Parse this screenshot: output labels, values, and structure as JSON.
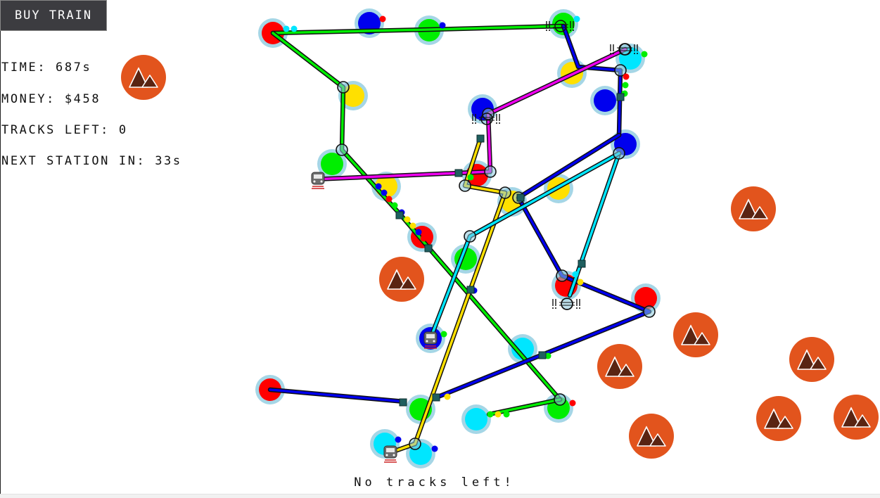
{
  "hud": {
    "buy_train_label": "BUY TRAIN",
    "time_text": "TIME: 687s",
    "money_text": "MONEY: $458",
    "tracks_left_text": "TRACKS LEFT: 0",
    "next_station_text": "NEXT STATION IN: 33s"
  },
  "footer": {
    "message": "No tracks left!"
  },
  "colors": {
    "red": "#ff0000",
    "green": "#00ee00",
    "blue": "#0000ee",
    "yellow": "#ffe000",
    "cyan": "#00e6ff",
    "magenta": "#ee00ee",
    "mountain": "#e2541d",
    "mountain_icon": "#5a2412",
    "station_ring": "#7fc4dc",
    "wagon": "#1f5f5f"
  },
  "icons": {
    "mountain": "mountain-icon",
    "train": "train-icon",
    "congestion": "congestion-marker-icon"
  }
}
